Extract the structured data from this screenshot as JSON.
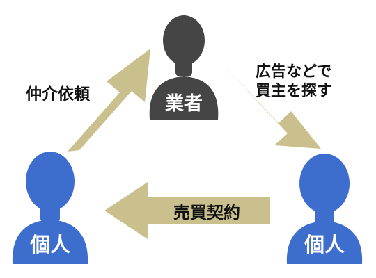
{
  "colors": {
    "background": "#ffffff",
    "arrow": "#c9c08d",
    "arrow_shade": "#b8af7c",
    "broker": "#454545",
    "individual": "#3d6ece",
    "person_label": "#ffffff",
    "caption": "#111111"
  },
  "nodes": {
    "broker": {
      "label": "業者",
      "icon": "person-silhouette-icon"
    },
    "individual_left": {
      "label": "個人",
      "icon": "person-silhouette-icon"
    },
    "individual_right": {
      "label": "個人",
      "icon": "person-silhouette-icon"
    }
  },
  "edges": {
    "request": {
      "label": "仲介依頼",
      "from": "個人",
      "to": "業者"
    },
    "advertise": {
      "label_line1": "広告などで",
      "label_line2": "買主を探す",
      "from": "業者",
      "to": "個人"
    },
    "contract": {
      "label": "売買契約",
      "from": "個人",
      "to": "個人"
    }
  }
}
